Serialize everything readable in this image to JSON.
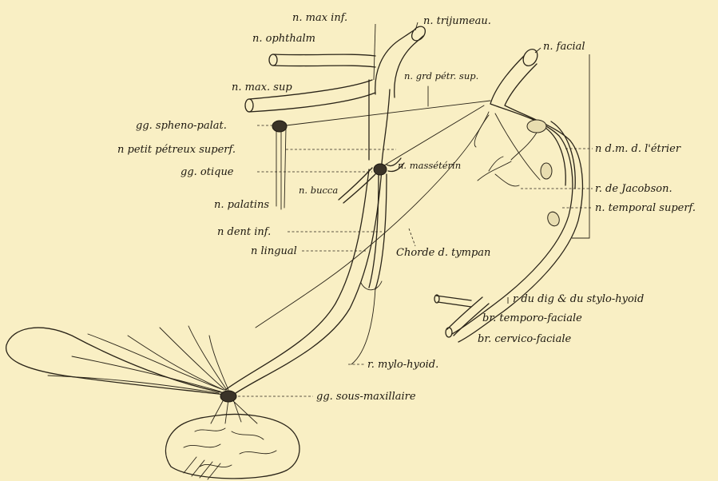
{
  "labels": {
    "max_inf": "n. max inf.",
    "trijumeau": "n. trijumeau.",
    "ophthalm": "n. ophthalm",
    "facial": "n. facial",
    "grd_petr_sup": "n. grd pétr. sup.",
    "max_sup": "n. max. sup",
    "spheno_palat": "gg. spheno-palat.",
    "petit_petreux": "n petit pétreux superf.",
    "otique": "gg. otique",
    "buccal": "n. bucca",
    "masseterin": "n. massétérin",
    "palatins": "n. palatins",
    "dent_inf": "n dent inf.",
    "lingual": "n lingual",
    "chorde": "Chorde d. tympan",
    "etrier": "n d.m. d. l'étrier",
    "jacobson": "r. de Jacobson.",
    "temporal_superf": "n. temporal superf.",
    "dig_stylo": "r du dig & du stylo-hyoid",
    "temporo_faciale": "br. temporo-faciale",
    "cervico_faciale": "br. cervico-faciale",
    "mylo_hyoid": "r. mylo-hyoid.",
    "sous_maxillaire": "gg. sous-maxillaire"
  }
}
